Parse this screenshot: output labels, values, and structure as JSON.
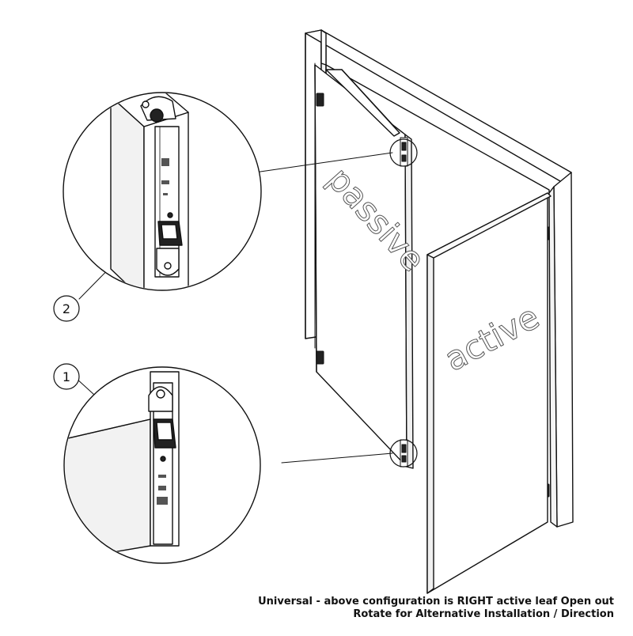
{
  "diagram": {
    "door_labels": {
      "passive": "passive",
      "active": "active"
    },
    "callouts": [
      {
        "number": "1"
      },
      {
        "number": "2"
      }
    ],
    "caption_line1": "Universal - above configuration is RIGHT active leaf Open out",
    "caption_line2": "Rotate for Alternative Installation / Direction"
  }
}
